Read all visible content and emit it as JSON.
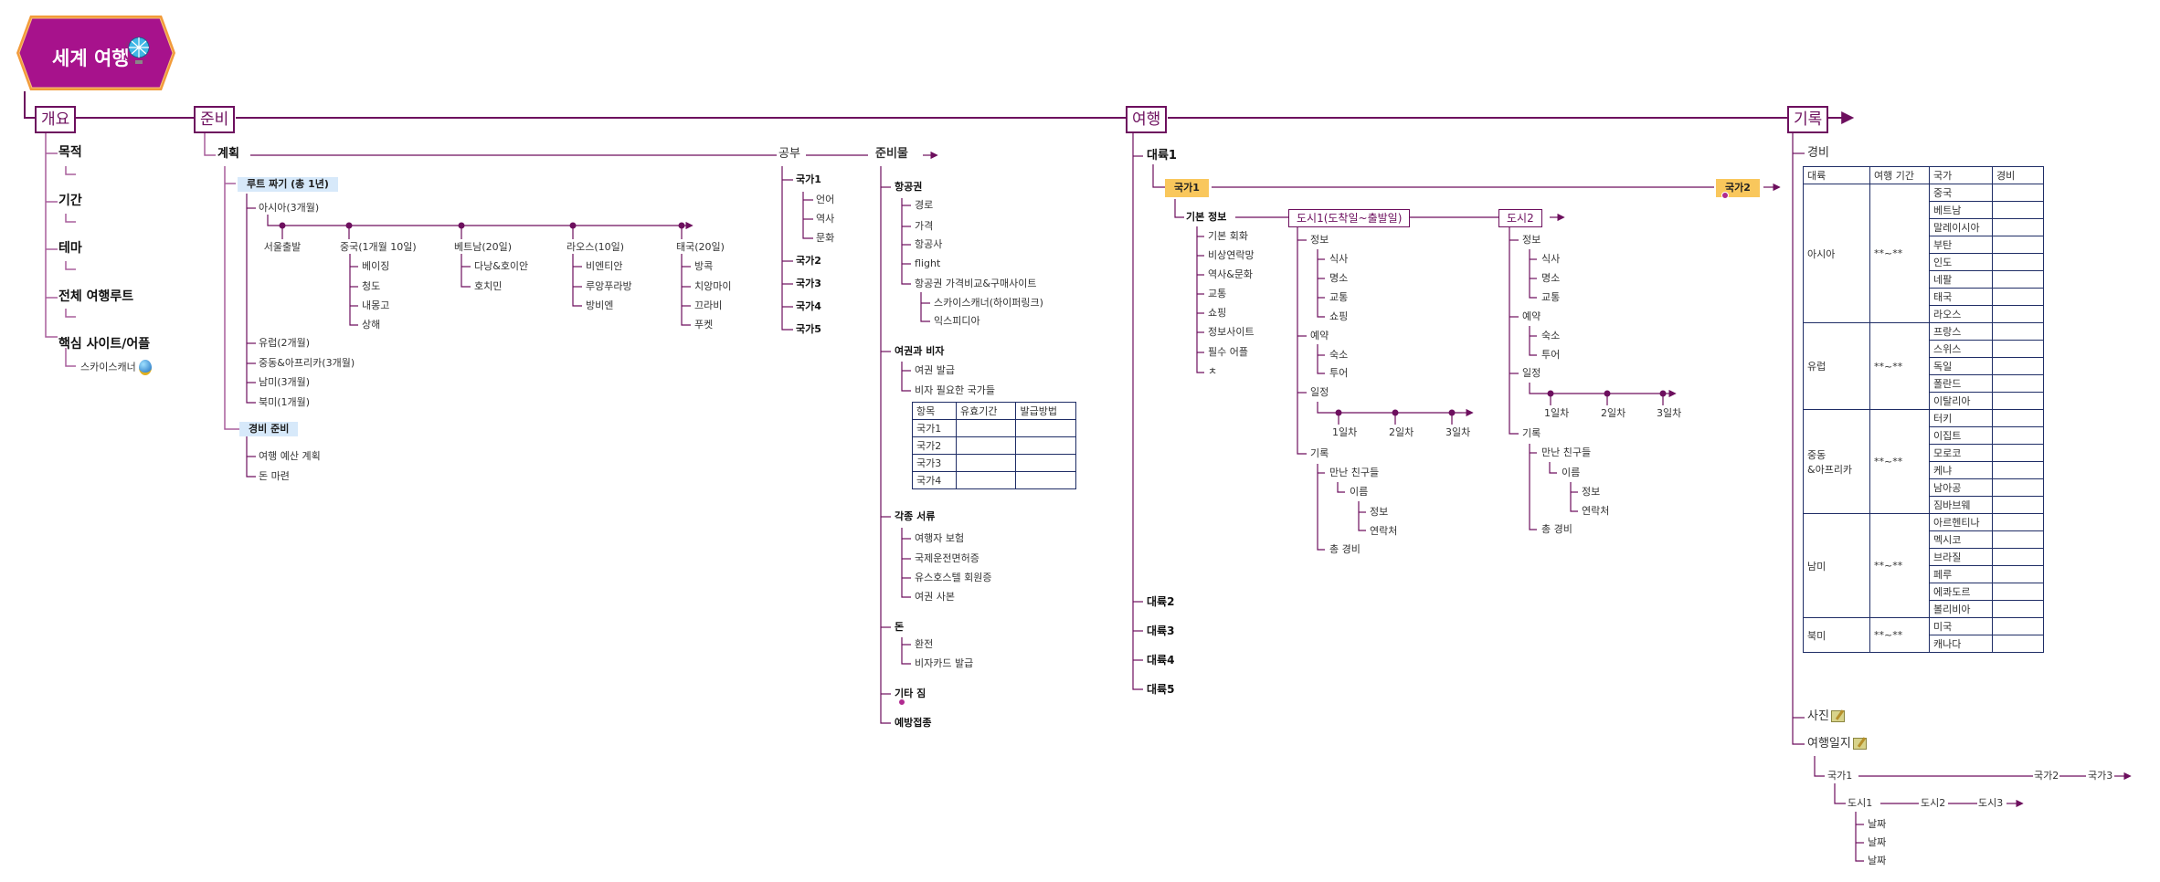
{
  "root": {
    "title": "세계 여행",
    "icon": "globe-icon"
  },
  "colors": {
    "branch": "#6d0f5e",
    "root_fill": "#a7128c",
    "root_border": "#f29b3a",
    "blue_highlight": "#d7e9fa",
    "yellow_highlight": "#f9c75c",
    "table_border": "#1f2d66"
  },
  "overview": {
    "label": "개요",
    "items": [
      "목적",
      "기간",
      "테마",
      "전체 여행루트",
      "핵심 사이트/어플"
    ],
    "site_link": "스카이스캐너"
  },
  "prep": {
    "label": "준비",
    "plan": {
      "label": "계획",
      "route": {
        "label": "루트 짜기 (총 1년)",
        "asia": "아시아(3개월)",
        "timeline": [
          {
            "label": "서울출발",
            "children": []
          },
          {
            "label": "중국(1개월 10일)",
            "children": [
              "베이징",
              "청도",
              "내몽고",
              "상해"
            ]
          },
          {
            "label": "베트남(20일)",
            "children": [
              "다낭&호이안",
              "호치민"
            ]
          },
          {
            "label": "라오스(10일)",
            "children": [
              "비엔티안",
              "루앙푸라방",
              "방비엔"
            ]
          },
          {
            "label": "태국(20일)",
            "children": [
              "방콕",
              "치앙마이",
              "끄라비",
              "푸켓"
            ]
          }
        ],
        "others": [
          "유럽(2개월)",
          "중동&아프리카(3개월)",
          "남미(3개월)",
          "북미(1개월)"
        ]
      },
      "budget": {
        "label": "경비 준비",
        "items": [
          "여행 예산 계획",
          "돈 마련"
        ]
      }
    },
    "study": {
      "label": "공부",
      "countries": [
        {
          "label": "국가1",
          "children": [
            "언어",
            "역사",
            "문화"
          ]
        },
        {
          "label": "국가2",
          "children": []
        },
        {
          "label": "국가3",
          "children": []
        },
        {
          "label": "국가4",
          "children": []
        },
        {
          "label": "국가5",
          "children": []
        }
      ]
    },
    "supplies": {
      "label": "준비물",
      "ticket": {
        "label": "항공권",
        "items": [
          "경로",
          "가격",
          "항공사",
          "flight",
          "항공권 가격비교&구매사이트"
        ],
        "sites": [
          "스카이스캐너(하이퍼링크)",
          "익스피디아"
        ]
      },
      "passport": {
        "label": "여권과 비자",
        "items": [
          "여권 발급",
          "비자 필요한 국가들"
        ],
        "table": {
          "headers": [
            "항목",
            "유효기간",
            "발급방법"
          ],
          "rows": [
            [
              "국가1",
              "",
              ""
            ],
            [
              "국가2",
              "",
              ""
            ],
            [
              "국가3",
              "",
              ""
            ],
            [
              "국가4",
              "",
              ""
            ]
          ]
        }
      },
      "docs": {
        "label": "각종 서류",
        "items": [
          "여행자 보험",
          "국제운전면허증",
          "유스호스텔 회원증",
          "여권 사본"
        ]
      },
      "money": {
        "label": "돈",
        "items": [
          "환전",
          "비자카드 발급"
        ]
      },
      "misc": "기타 짐",
      "vaccine": "예방접종"
    }
  },
  "travel": {
    "label": "여행",
    "continent1": "대륙1",
    "country1": "국가1",
    "country2": "국가2",
    "basic": {
      "label": "기본 정보",
      "items": [
        "기본 회화",
        "비상연락망",
        "역사&문화",
        "교통",
        "쇼핑",
        "정보사이트",
        "필수 어플",
        "ㅊ"
      ]
    },
    "city1": {
      "label": "도시1(도착일~출발일)",
      "info": {
        "label": "정보",
        "items": [
          "식사",
          "명소",
          "교통",
          "쇼핑"
        ]
      },
      "reserve": {
        "label": "예약",
        "items": [
          "숙소",
          "투어"
        ]
      },
      "schedule": {
        "label": "일정",
        "days": [
          "1일차",
          "2일차",
          "3일차"
        ]
      },
      "record": {
        "label": "기록",
        "friends": "만난 친구들",
        "name": "이름",
        "name_items": [
          "정보",
          "연락처"
        ],
        "total": "총 경비"
      }
    },
    "city2": {
      "label": "도시2",
      "info": {
        "label": "정보",
        "items": [
          "식사",
          "명소",
          "교통"
        ]
      },
      "reserve": {
        "label": "예약",
        "items": [
          "숙소",
          "투어"
        ]
      },
      "schedule": {
        "label": "일정",
        "days": [
          "1일차",
          "2일차",
          "3일차"
        ]
      },
      "record": {
        "label": "기록",
        "friends": "만난 친구들",
        "name": "이름",
        "name_items": [
          "정보",
          "연락처"
        ],
        "total": "총 경비"
      }
    },
    "other_continents": [
      "대륙2",
      "대륙3",
      "대륙4",
      "대륙5"
    ]
  },
  "record": {
    "label": "기록",
    "expense": {
      "label": "경비",
      "headers": [
        "대륙",
        "여행 기간",
        "국가",
        "경비"
      ],
      "groups": [
        {
          "continent": "아시아",
          "period": "**~**",
          "countries": [
            "중국",
            "베트남",
            "말레이시아",
            "부탄",
            "인도",
            "네팔",
            "태국",
            "라오스"
          ]
        },
        {
          "continent": "유럽",
          "period": "**~**",
          "countries": [
            "프랑스",
            "스위스",
            "독일",
            "폴란드",
            "이탈리아"
          ]
        },
        {
          "continent": "중동\n&아프리카",
          "period": "**~**",
          "countries": [
            "터키",
            "이집트",
            "모로코",
            "케냐",
            "남아공",
            "짐바브웨"
          ]
        },
        {
          "continent": "남미",
          "period": "**~**",
          "countries": [
            "아르헨티나",
            "멕시코",
            "브라질",
            "페루",
            "에콰도르",
            "볼리비아"
          ]
        },
        {
          "continent": "북미",
          "period": "**~**",
          "countries": [
            "미국",
            "캐나다"
          ]
        }
      ]
    },
    "photos": "사진",
    "journal": {
      "label": "여행일지",
      "countries": [
        "국가1",
        "국가2",
        "국가3"
      ],
      "cities": [
        "도시1",
        "도시2",
        "도시3"
      ],
      "dates": [
        "날짜",
        "날짜",
        "날짜"
      ]
    }
  }
}
